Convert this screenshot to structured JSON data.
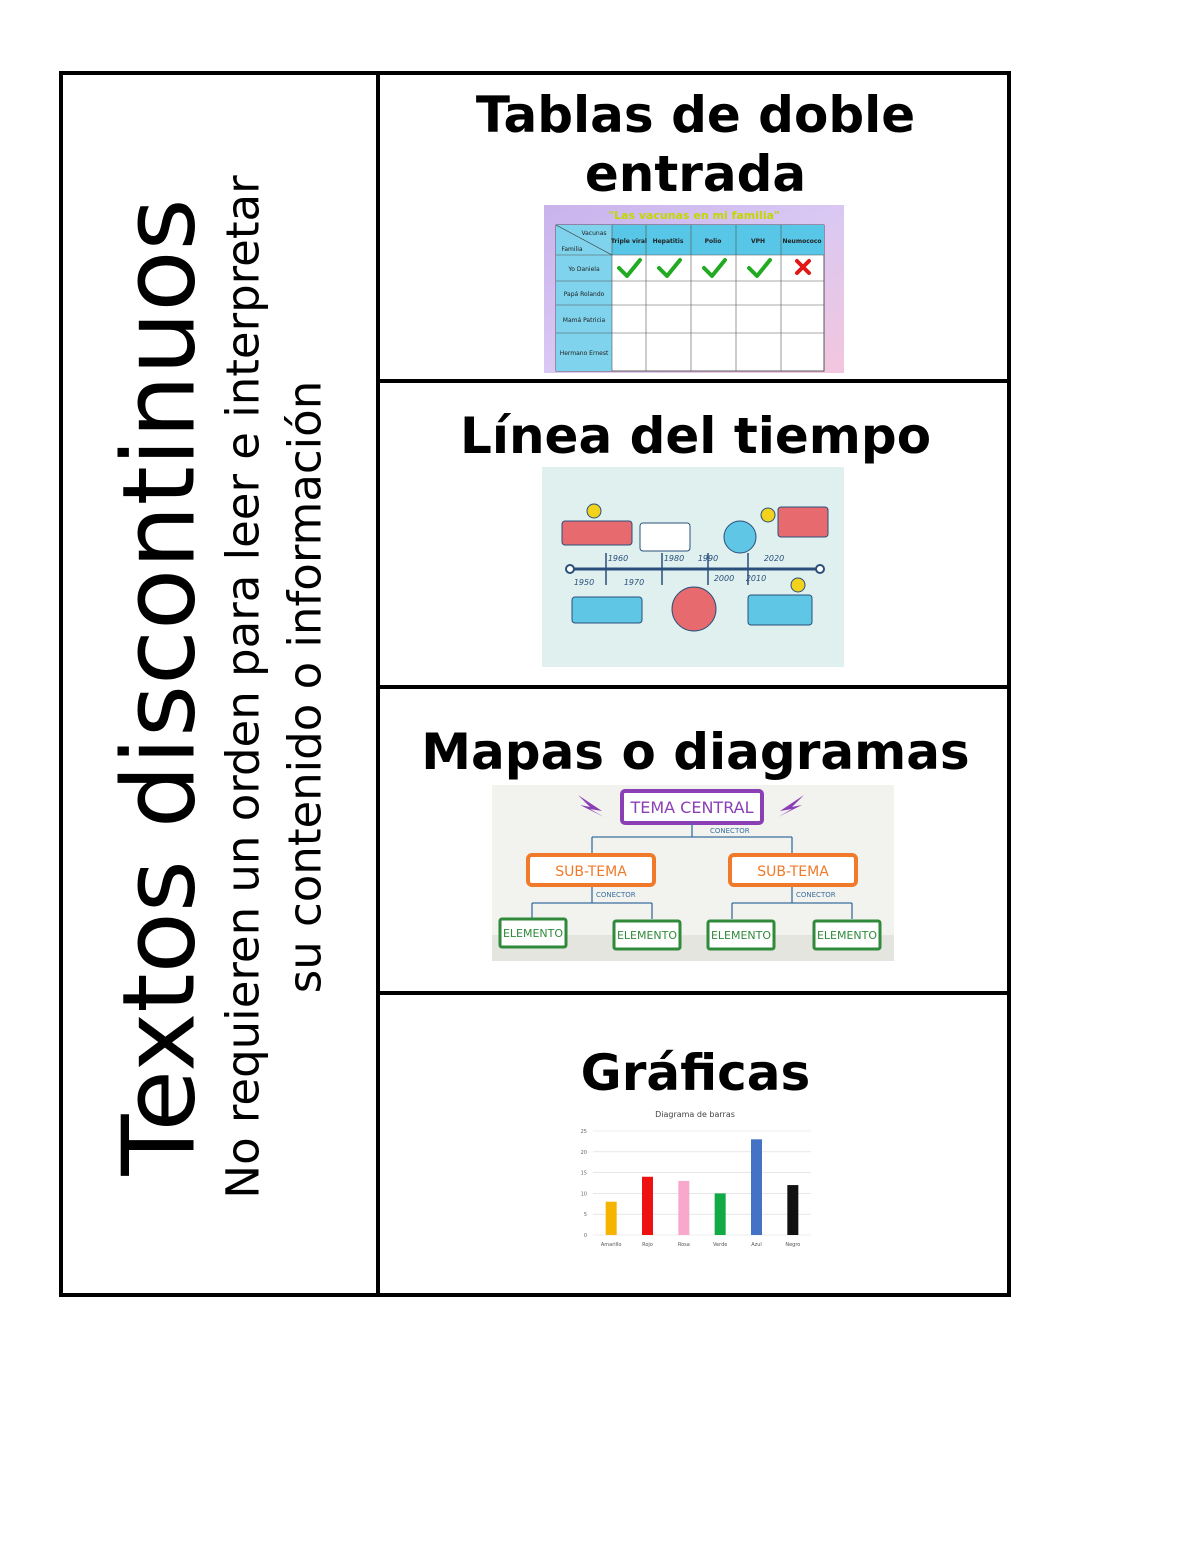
{
  "side_panel": {
    "title": "Textos discontinuos",
    "description_line1": "No requieren un orden para leer e interpretar",
    "description_line2": "su contenido o información"
  },
  "sections": [
    {
      "title_line1": "Tablas de doble",
      "title_line2": "entrada",
      "figure": {
        "caption": "\"Las vacunas en mi familia\"",
        "corner_top": "Vacunas",
        "corner_bottom": "Familia",
        "columns": [
          "Triple viral",
          "Hepatitis",
          "Polio",
          "VPH",
          "Neumococo"
        ],
        "rows": [
          "Yo Daniela",
          "Papá Rolando",
          "Mamá Patricia",
          "Hermano Ernest"
        ],
        "first_row_marks": [
          "check",
          "check",
          "check",
          "check",
          "cross"
        ],
        "colors": {
          "check": "#22aa22",
          "cross": "#e01818",
          "header": "#58c6e6"
        }
      }
    },
    {
      "title": "Línea del tiempo",
      "figure": {
        "years_top": [
          "1960",
          "1980",
          "1990",
          "2020"
        ],
        "years_bottom": [
          "1950",
          "1970",
          "2000",
          "2010"
        ]
      }
    },
    {
      "title": "Mapas o diagramas",
      "figure": {
        "central": "TEMA CENTRAL",
        "connector": "CONECTOR",
        "subtopics": [
          "SUB-TEMA",
          "SUB-TEMA"
        ],
        "elements": [
          "ELEMENTO",
          "ELEMENTO",
          "ELEMENTO",
          "ELEMENTO"
        ],
        "colors": {
          "central": "#8a3fb5",
          "sub": "#f07a2a",
          "element": "#2f8a3a"
        }
      }
    },
    {
      "title": "Gráficas",
      "chart_data": {
        "type": "bar",
        "title": "Diagrama de barras",
        "categories": [
          "Amarillo",
          "Rojo",
          "Rosa",
          "Verde",
          "Azul",
          "Negro"
        ],
        "values": [
          8,
          14,
          13,
          10,
          23,
          12
        ],
        "colors": [
          "#f5b400",
          "#ee1111",
          "#f7a8cc",
          "#11aa44",
          "#4472c4",
          "#111111"
        ],
        "y_ticks": [
          0,
          5,
          10,
          15,
          20,
          25
        ],
        "ylim": [
          0,
          25
        ],
        "grid": true
      }
    }
  ]
}
